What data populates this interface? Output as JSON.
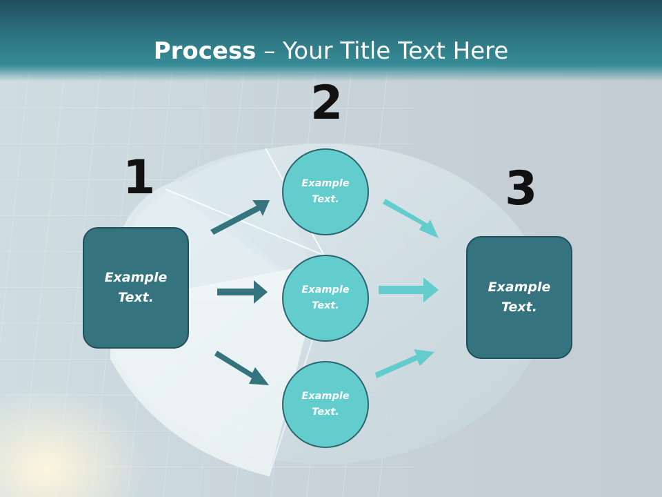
{
  "title": {
    "bold": "Process",
    "rest": " – Your Title Text Here"
  },
  "steps": {
    "one": "1",
    "two": "2",
    "three": "3"
  },
  "nodes": {
    "left_box": "Example\nText.",
    "circle_top": "Example\nText.",
    "circle_mid": "Example\nText.",
    "circle_bottom": "Example\nText.",
    "right_box": "Example\nText."
  },
  "colors": {
    "header": "#2d7582",
    "box_fill": "#35737f",
    "circle_fill": "#63cccc",
    "arrow_dark": "#35737f",
    "arrow_light": "#63cccc"
  }
}
